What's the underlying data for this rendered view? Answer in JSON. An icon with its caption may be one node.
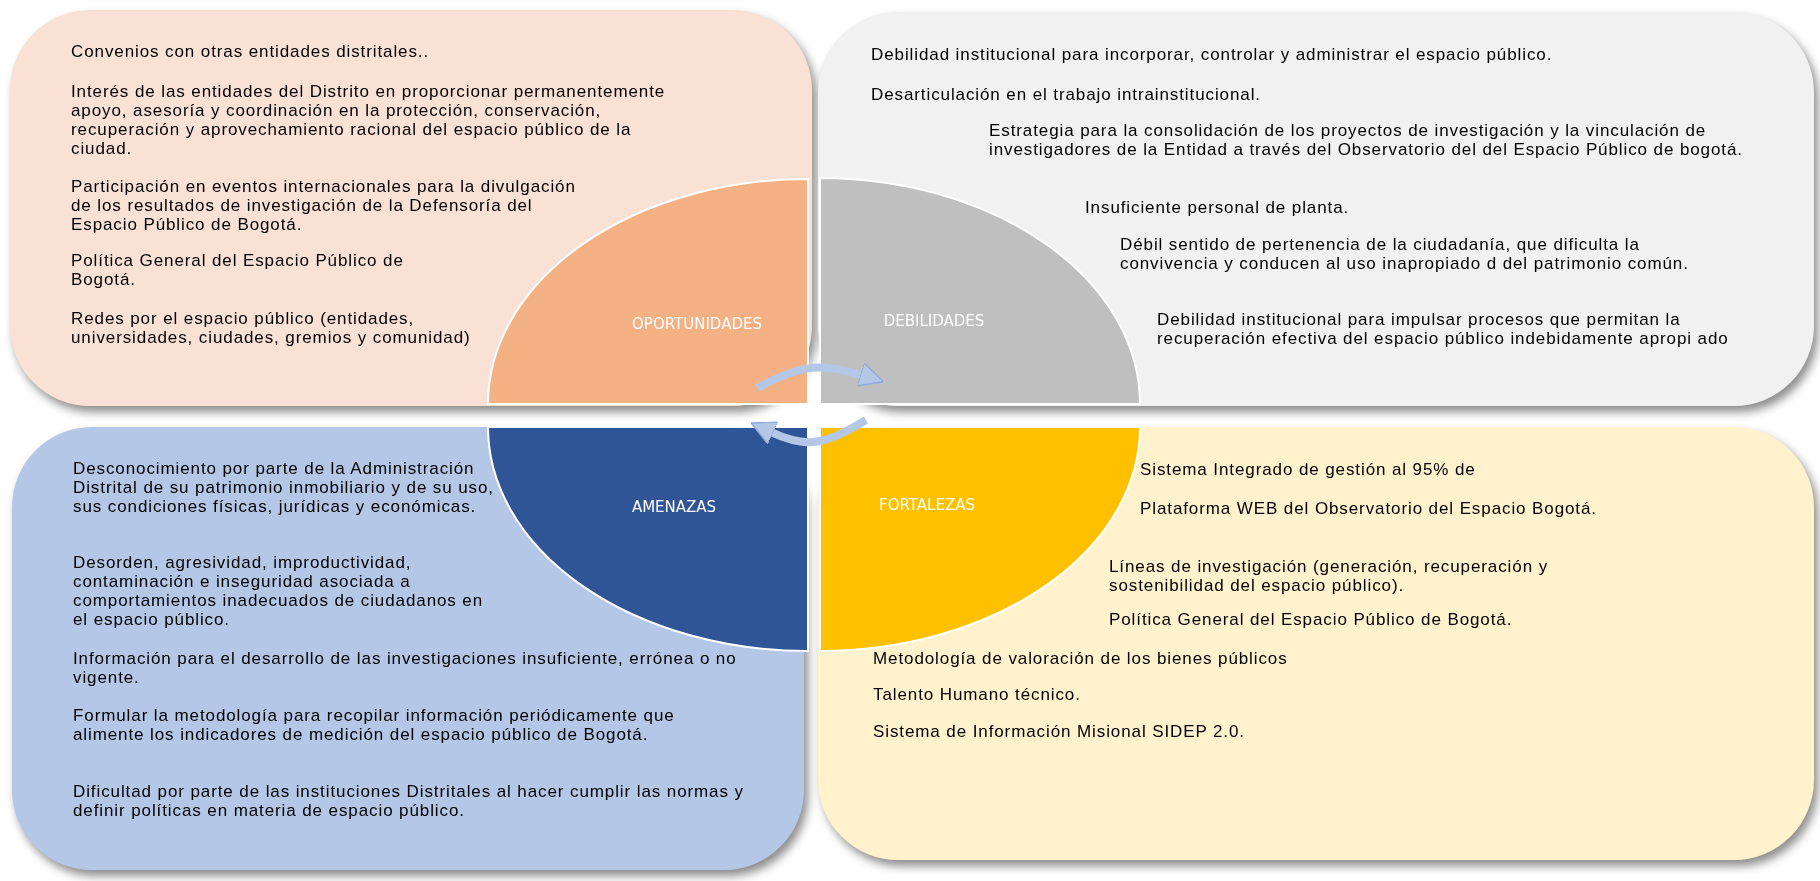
{
  "diagram": {
    "nodes": [
      {
        "text": [
          "Convenios con otras entidades distritales..",
          "Interés de las entidades del Distrito en proporcionar permanentemente apoyo, asesoría y coordinación  en la protección, conservación, recuperación y aprovechamiento racional del espacio público de la ciudad.",
          "Participación en eventos internacionales para la divulgación de los resultados de investigación de la Defensoría del Espacio Público de Bogotá.",
          "Política General del Espacio Público de Bogotá.",
          "Redes por el espacio público (entidades, universidades, ciudades, gremios y comunidad)"
        ]
      },
      {
        "text": [
          "OPORTUNIDADES"
        ],
        "in": 0
      },
      {
        "text": [
          "Debilidad institucional para incorporar, controlar y administrar el espacio público.",
          "Desarticulación en el trabajo intrainstitucional.",
          "Estrategia para la consolidación de los proyectos de investigación y la vinculación de investigadores de la Entidad a través del  Observatorio del del Espacio Público de  bogotá.",
          "Insuficiente personal de planta.",
          "Débil sentido de pertenencia de la ciudadanía, que dificulta  la convivencia y conducen al uso inapropiado d del patrimonio común.",
          "Debilidad institucional para impulsar procesos que permitan la recuperación efectiva del espacio público indebidamente  apropi ado"
        ]
      },
      {
        "text": [
          "DEBILIDADES"
        ],
        "in": 2
      },
      {
        "text": [
          "Desconocimiento por parte de la Administración Distrital de su patrimonio inmobiliario y de su uso, sus condiciones físicas, jurídicas y económicas.",
          "Desorden, agresividad, improductividad, contaminación e inseguridad asociada a comportamientos inadecuados de ciudadanos en el espacio público.",
          "Información para el desarrollo de las investigaciones insuficiente, errónea o no vigente.",
          "Formular la metodología para recopilar información periódicamente que alimente los indicadores de medición del espacio público de Bogotá.",
          "Dificultad por parte de las instituciones Distritales al hacer cumplir las normas y definir políticas en materia de espacio público."
        ]
      },
      {
        "text": [
          "AMENAZAS"
        ],
        "in": 4
      },
      {
        "text": [
          "Sistema Integrado de gestión al 95% de",
          "Plataforma WEB del Observatorio del Espacio Bogotá.",
          "Líneas de investigación (generación, recuperación y sostenibilidad del espacio público).",
          "Política General del Espacio Público de Bogotá.",
          "Metodología de valoración de los bienes públicos",
          "Talento Humano técnico.",
          "Sistema de Información Misional SIDEP 2.0."
        ]
      },
      {
        "text": [
          "FORTALEZAS"
        ],
        "in": 6
      }
    ],
    "edges": [
      {
        "from": 1,
        "to": 3,
        "arrow": "to"
      },
      {
        "from": 7,
        "to": 5,
        "arrow": "to"
      }
    ]
  }
}
